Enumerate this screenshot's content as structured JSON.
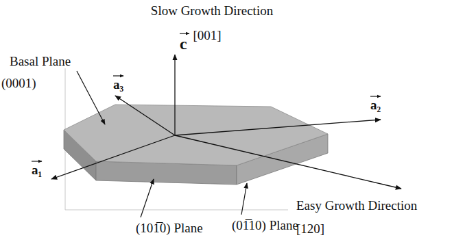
{
  "diagram": {
    "labels": [
      "Slow Growth Direction",
      "[001]",
      "c",
      "Basal Plane",
      "(0001)",
      "a₃",
      "a₂",
      "a₁",
      "(101̅0) Plane",
      "(01̅10) Plane",
      "Easy Growth Direction",
      "[120]"
    ]
  }
}
